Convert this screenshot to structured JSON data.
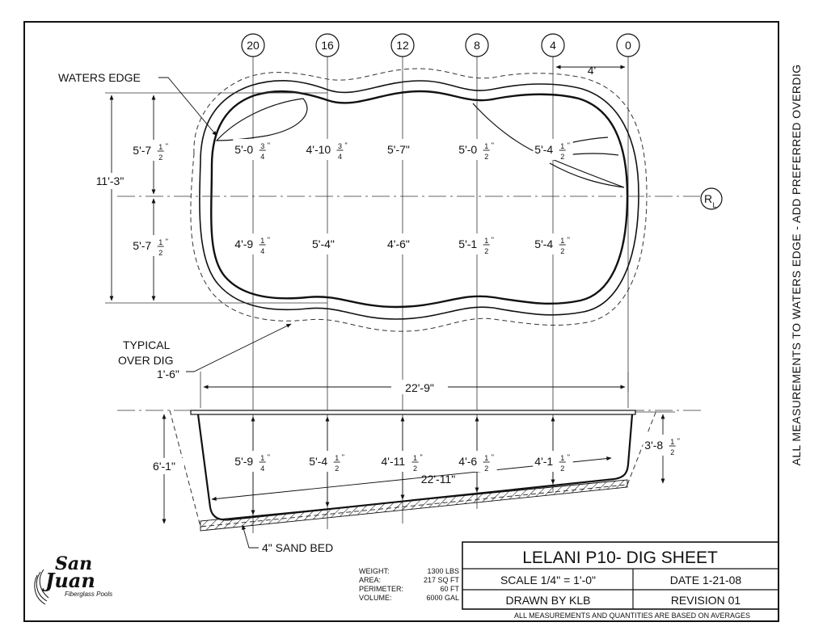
{
  "side_note": "ALL MEASUREMENTS TO WATERS EDGE - ADD PREFERRED OVERDIG",
  "stations": [
    "20",
    "16",
    "12",
    "8",
    "4",
    "0"
  ],
  "offset_top": "4'",
  "labels": {
    "waters_edge": "WATERS EDGE",
    "typical": "TYPICAL",
    "over_dig": "OVER DIG",
    "over_dig_value": "1'-6\"",
    "sand_bed": "4\" SAND BED",
    "centerline_main": "R",
    "centerline_sub": "L"
  },
  "plan": {
    "overall_width": "11'-3\"",
    "upper_half": {
      "whole": "5'-7",
      "num": "1",
      "den": "2",
      "tail": "\""
    },
    "lower_half": {
      "whole": "5'-7",
      "num": "1",
      "den": "2",
      "tail": "\""
    },
    "length": "22'-9\"",
    "top_widths": [
      {
        "whole": "5'-0",
        "num": "3",
        "den": "4",
        "tail": "\""
      },
      {
        "whole": "4'-10",
        "num": "3",
        "den": "4",
        "tail": "\""
      },
      {
        "whole": "5'-7\"",
        "num": "",
        "den": "",
        "tail": ""
      },
      {
        "whole": "5'-0",
        "num": "1",
        "den": "2",
        "tail": "\""
      },
      {
        "whole": "5'-4",
        "num": "1",
        "den": "2",
        "tail": "\""
      }
    ],
    "bottom_widths": [
      {
        "whole": "4'-9",
        "num": "1",
        "den": "4",
        "tail": "\""
      },
      {
        "whole": "5'-4\"",
        "num": "",
        "den": "",
        "tail": ""
      },
      {
        "whole": "4'-6\"",
        "num": "",
        "den": "",
        "tail": ""
      },
      {
        "whole": "5'-1",
        "num": "1",
        "den": "2",
        "tail": "\""
      },
      {
        "whole": "5'-4",
        "num": "1",
        "den": "2",
        "tail": "\""
      }
    ]
  },
  "section": {
    "deep_depth": "6'-1\"",
    "shallow_depth": {
      "whole": "3'-8",
      "num": "1",
      "den": "2",
      "tail": "\""
    },
    "floor_length": "22'-11\"",
    "depths": [
      {
        "whole": "5'-9",
        "num": "1",
        "den": "4",
        "tail": "\""
      },
      {
        "whole": "5'-4",
        "num": "1",
        "den": "2",
        "tail": "\""
      },
      {
        "whole": "4'-11",
        "num": "1",
        "den": "2",
        "tail": "\""
      },
      {
        "whole": "4'-6",
        "num": "1",
        "den": "2",
        "tail": "\""
      },
      {
        "whole": "4'-1",
        "num": "1",
        "den": "2",
        "tail": "\""
      }
    ]
  },
  "specs": {
    "labels": [
      "WEIGHT:",
      "AREA:",
      "PERIMETER:",
      "VOLUME:"
    ],
    "values": [
      "1300 LBS",
      "217 SQ FT",
      "60 FT",
      "6000 GAL"
    ]
  },
  "title_block": {
    "title": "LELANI P10- DIG SHEET",
    "scale": "SCALE 1/4\" = 1'-0\"",
    "date": "DATE 1-21-08",
    "drawn_by": "DRAWN BY KLB",
    "revision": "REVISION 01",
    "footnote": "ALL MEASUREMENTS AND QUANTITIES ARE BASED ON AVERAGES"
  },
  "logo": {
    "line1": "San",
    "line2": "Juan",
    "tagline": "Fiberglass Pools"
  }
}
